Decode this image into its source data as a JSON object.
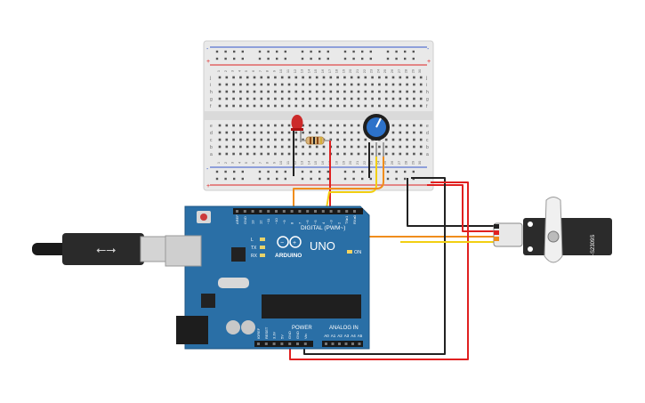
{
  "colors": {
    "breadboard": "#e9e9e9",
    "rail_red": "#d22",
    "rail_blue": "#35c",
    "arduino": "#2a6fa6",
    "arduino_dark": "#1d5684",
    "wire_red": "#e02020",
    "wire_black": "#222222",
    "wire_yellow": "#f2cf12",
    "wire_orange": "#f08d1c",
    "servo": "#2b2b2b",
    "pot_knob": "#2d72c9"
  },
  "breadboard": {
    "row_letters_top": [
      "j",
      "i",
      "h",
      "g",
      "f"
    ],
    "row_letters_bottom": [
      "e",
      "d",
      "c",
      "b",
      "a"
    ],
    "column_numbers": [
      "1",
      "2",
      "3",
      "4",
      "5",
      "6",
      "7",
      "8",
      "9",
      "10",
      "11",
      "12",
      "13",
      "14",
      "15",
      "16",
      "17",
      "18",
      "19",
      "20",
      "21",
      "22",
      "23",
      "24",
      "25",
      "26",
      "27",
      "28",
      "29",
      "30"
    ],
    "rail_plus": "+",
    "rail_minus": "-"
  },
  "arduino": {
    "brand": "ARDUINO",
    "model": "UNO",
    "digital_header": "DIGITAL (PWM~)",
    "power_header": "POWER",
    "analog_header": "ANALOG IN",
    "digital_pins": [
      "AREF",
      "GND",
      "13",
      "12",
      "~11",
      "~10",
      "~9",
      "8",
      "7",
      "~6",
      "~5",
      "4",
      "~3",
      "2",
      "TX▸1",
      "RX◂0"
    ],
    "power_pins": [
      "IOREF",
      "RESET",
      "3.3V",
      "5V",
      "GND",
      "GND",
      "Vin"
    ],
    "analog_pins": [
      "A0",
      "A1",
      "A2",
      "A3",
      "A4",
      "A5"
    ],
    "leds": [
      "L",
      "TX",
      "RX"
    ],
    "on_label": "ON"
  },
  "servo": {
    "model": "SM-S2309S"
  }
}
